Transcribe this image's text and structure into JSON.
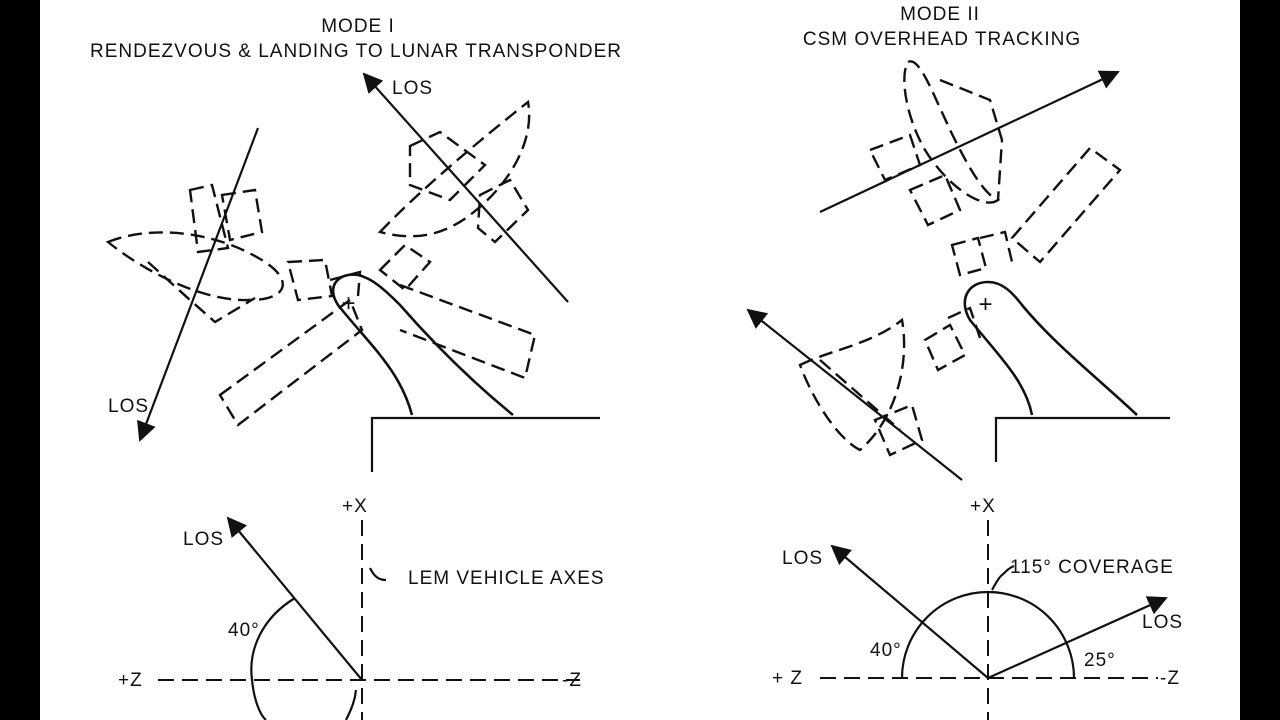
{
  "mode1": {
    "title": "MODE I",
    "subtitle": "RENDEZVOUS & LANDING TO LUNAR TRANSPONDER",
    "los_upper": "LOS",
    "los_lower": "LOS",
    "axes": {
      "plus_x": "+X",
      "plus_z": "+Z",
      "minus_z": "-Z",
      "los": "LOS",
      "axes_label": "LEM VEHICLE AXES",
      "angle": "40°"
    }
  },
  "mode2": {
    "title": "MODE II",
    "subtitle": "CSM OVERHEAD TRACKING",
    "axes": {
      "plus_x": "+X",
      "plus_z": "+ Z",
      "minus_z": "-Z",
      "los_left": "LOS",
      "los_right": "LOS",
      "coverage": "115° COVERAGE",
      "angle_left": "40°",
      "angle_right": "25°"
    }
  }
}
